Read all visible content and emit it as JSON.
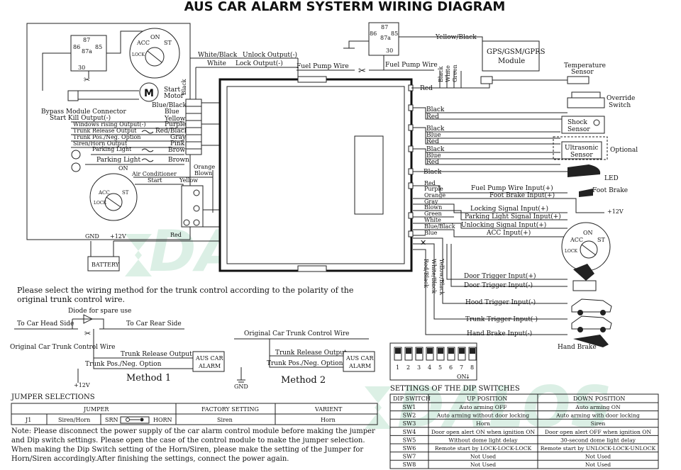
{
  "title": "AUS CAR ALARM SYSTERM WIRING DIAGRAM",
  "watermark": "DALOS",
  "relay_left": {
    "r87": "87",
    "r87a": "87a",
    "r86": "86",
    "r85": "85",
    "r30": "30"
  },
  "relay_right": {
    "r87": "87",
    "r87a": "87a",
    "r86": "86",
    "r85": "85",
    "r30": "30"
  },
  "ignition": {
    "on": "ON",
    "acc": "ACC",
    "st": "ST",
    "lock": "LOCK"
  },
  "left_labels": {
    "start_motor_1": "Start",
    "start_motor_2": "Motor",
    "black": "Black",
    "bypass_1": "Bypass Module Connector",
    "bypass_2": "Start Kill Output(-)",
    "blue_black": "Blue/Black",
    "blue": "Blue",
    "yellow": "Yellow",
    "windows": "Windows rising Output(-)",
    "purple": "Purple",
    "trunk_rel": "Trunk Release Output",
    "red_black": "Red/Black",
    "trunk_pos": "Trunk Pos./Neg. Option",
    "gray": "Gray",
    "siren": "Siren/Horn Output",
    "pink": "Pink",
    "parking": "Parking Light",
    "brown": "Brown",
    "parking2": "Parking Light",
    "brown2": "Brown",
    "on": "ON",
    "air": "Air Conditioner",
    "orange": "Orange",
    "start": "Start",
    "blown": "Blown",
    "yellow2": "Yellow",
    "gnd": "GND",
    "p12": "+12V",
    "red": "Red",
    "battery": "BATTERY"
  },
  "top_labels": {
    "white_black": "White/Black",
    "unlock_out": "Unlock Output(-)",
    "white": "White",
    "lock_out": "Lock Output(-)",
    "fuel1": "Fuel Pump Wire",
    "fuel2": "Fuel Pump Wire",
    "yellow_black": "Yellow/Black",
    "gps": "GPS/GSM/GPRS",
    "module": "Module",
    "black": "Black",
    "white2": "White",
    "green": "Green",
    "red": "Red",
    "temp1": "Temperature",
    "temp2": "Sensor"
  },
  "right_wires": {
    "black1": "Black",
    "red1": "Red",
    "black2": "Black",
    "blue2": "Blue",
    "red2": "Red",
    "black3": "Black",
    "blue3": "Blue",
    "red3": "Red",
    "black4": "Black",
    "override1": "Override",
    "override2": "Switch",
    "shock1": "Shock",
    "shock2": "Sensor",
    "ultra1": "Ultrasonic",
    "ultra2": "Sensor",
    "optional": "Optional",
    "led": "LED"
  },
  "lower_wires": {
    "red": "Red",
    "purple": "Purple",
    "orange": "Orange",
    "gray": "Gray",
    "blown": "Blown",
    "green": "Green",
    "white": "White",
    "blue_black": "Blue/Black",
    "blue": "Blue",
    "fuel_in": "Fuel Pump Wire Input(+)",
    "foot_in": "Foot Brake Input(+)",
    "lock_in": "Locking Signal Input(+)",
    "park_in": "Parking Light Signal Input(+)",
    "unlock_in": "Unlocking Signal Input(+)",
    "acc_in": "ACC Input(+)",
    "foot_brake": "Foot Brake",
    "p12": "+12V",
    "yellow_black": "Yellow/Black",
    "white_black": "White/Black",
    "red_black": "Red/Black",
    "door_p": "Door Trigger Input(+)",
    "door_n": "Door Trigger Input(-)",
    "hood": "Hood Trigger Input(-)",
    "trunk": "Trunk Trigger Input(-)",
    "hand_in": "Hand Brake Input(-)",
    "hand": "Hand Brake"
  },
  "trunk_note": {
    "line1": "Please select the wiring method for the trunk control according to the polarity of the",
    "line2": "original trunk control wire.",
    "diode": "Diode for spare use",
    "head": "To Car Head Side",
    "rear": "To Car Rear Side",
    "orig": "Original Car Trunk Control Wire",
    "rel": "Trunk Release Output",
    "opt": "Trunk Pos./Neg. Option",
    "alarm1": "AUS CAR",
    "alarm2": "ALARM",
    "p12": "+12V",
    "method1": "Method 1",
    "orig2": "Original Car Trunk Control Wire",
    "rel2": "Trunk Release Output",
    "opt2": "Trunk Pos./Neg. Option",
    "gnd": "GND",
    "method2": "Method 2"
  },
  "jumper": {
    "heading": "JUMPER SELECTIONS",
    "h_jumper": "JUMPER",
    "h_factory": "FACTORY SETTING",
    "h_varient": "VARIENT",
    "row": {
      "id": "J1",
      "name": "Siren/Horn",
      "srn": "SRN",
      "horn": "HORN",
      "factory": "Siren",
      "varient": "Horn"
    }
  },
  "note": {
    "l1": "Note: Please disconnect the power supply of the car alarm control module before making the jumper",
    "l2": "and Dip switch settings. Please open the case of the control module to make the jumper selection.",
    "l3": "When making the Dip Switch setting of the Horn/Siren, please make the setting of the Jumper for",
    "l4": "Horn/Siren accordingly.After finishing the settings, connect the power again."
  },
  "dip": {
    "numbers": [
      "1",
      "2",
      "3",
      "4",
      "5",
      "6",
      "7",
      "8"
    ],
    "on": "ON",
    "heading": "SETTINGS OF THE DIP SWITCHES",
    "h_sw": "DIP SWITCH",
    "h_up": "UP POSITION",
    "h_down": "DOWN POSITION",
    "rows": [
      {
        "sw": "SW1",
        "up": "Auto arming OFF",
        "down": "Auto arming ON"
      },
      {
        "sw": "SW2",
        "up": "Auto arming without door locking",
        "down": "Auto arming with door locking"
      },
      {
        "sw": "SW3",
        "up": "Horn",
        "down": "Siren"
      },
      {
        "sw": "SW4",
        "up": "Door open alert ON when ignition ON",
        "down": "Door open alert OFF when ignition ON"
      },
      {
        "sw": "SW5",
        "up": "Without dome light delay",
        "down": "30-second dome light delay"
      },
      {
        "sw": "SW6",
        "up": "Remote start by LOCK-LOCK-LOCK",
        "down": "Remote start by UNLOCK-LOCK-UNLOCK"
      },
      {
        "sw": "SW7",
        "up": "Not Used",
        "down": "Not Used"
      },
      {
        "sw": "SW8",
        "up": "Not Used",
        "down": "Not Used"
      }
    ]
  }
}
